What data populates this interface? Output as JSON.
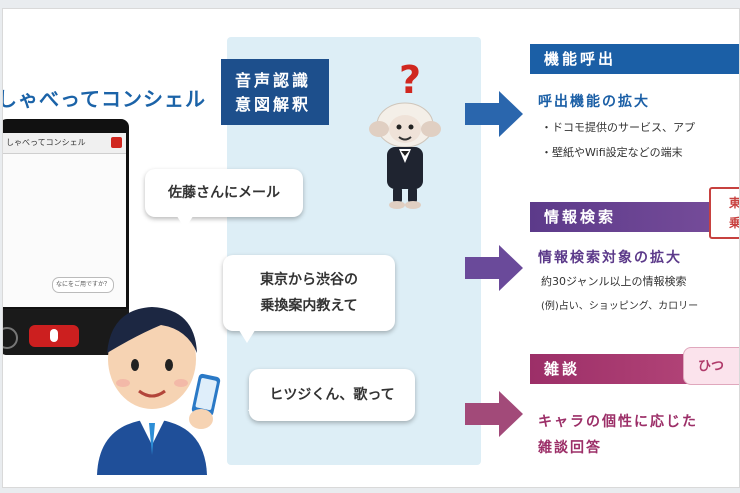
{
  "left": {
    "app_title": "しゃべってコンシェル",
    "phone": {
      "header_label": "しゃべってコンシェル",
      "bubble_text": "なにをご用ですか？"
    }
  },
  "middle": {
    "voice_label_line1": "音声認識",
    "voice_label_line2": "意図解釈",
    "utterances": [
      {
        "line1": "佐藤さんにメール",
        "line2": ""
      },
      {
        "line1": "東京から渋谷の",
        "line2": "乗換案内教えて"
      },
      {
        "line1": "ヒツジくん、歌って",
        "line2": ""
      }
    ],
    "question_mark": "?"
  },
  "sections": [
    {
      "header": "機能呼出",
      "subtitle": "呼出機能の拡大",
      "bullets": [
        "・ドコモ提供のサービス、アプ",
        "・壁紙やWifi設定などの端末"
      ]
    },
    {
      "header": "情報検索",
      "subtitle": "情報検索対象の拡大",
      "detail1": "約30ジャンル以上の情報検索",
      "detail2": "(例)占い、ショッピング、カロリー",
      "side_tag": "東\n乗"
    },
    {
      "header": "雑談",
      "subtitle_line1": "キャラの個性に応じた",
      "subtitle_line2": "雑談回答",
      "side_tag": "ひつ"
    }
  ],
  "colors": {
    "blue": "#1b5fa6",
    "purple": "#5c3a8a",
    "magenta": "#9c2f68",
    "panel": "#ddeef6",
    "voice_tag": "#1d4f8c",
    "question": "#d0271f"
  }
}
